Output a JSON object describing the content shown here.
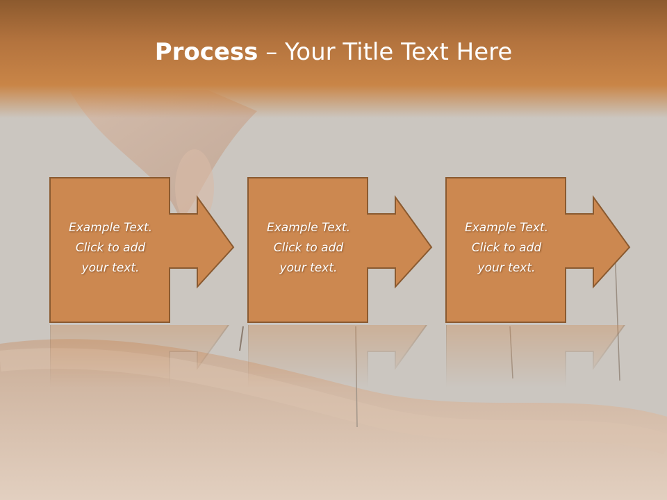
{
  "title": {
    "bold": "Process",
    "rest": " – Your Title Text Here"
  },
  "steps": [
    {
      "line1": "Example Text.",
      "line2": "Click  to add",
      "line3": "your text."
    },
    {
      "line1": "Example Text.",
      "line2": "Click  to add",
      "line3": "your text."
    },
    {
      "line1": "Example Text.",
      "line2": "Click  to add",
      "line3": "your text."
    }
  ],
  "colors": {
    "box_fill": "#cc8850",
    "box_stroke": "#8a5a30",
    "header": "#c98547",
    "text": "#ffffff"
  }
}
